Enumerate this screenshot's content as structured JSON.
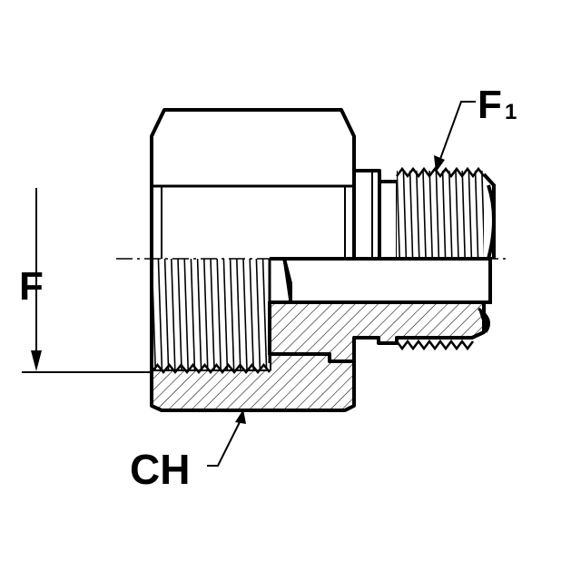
{
  "labels": {
    "f": "F",
    "f1_main": "F",
    "f1_sub": "1",
    "ch": "CH"
  },
  "colors": {
    "ink": "#000000",
    "paper": "#ffffff"
  }
}
